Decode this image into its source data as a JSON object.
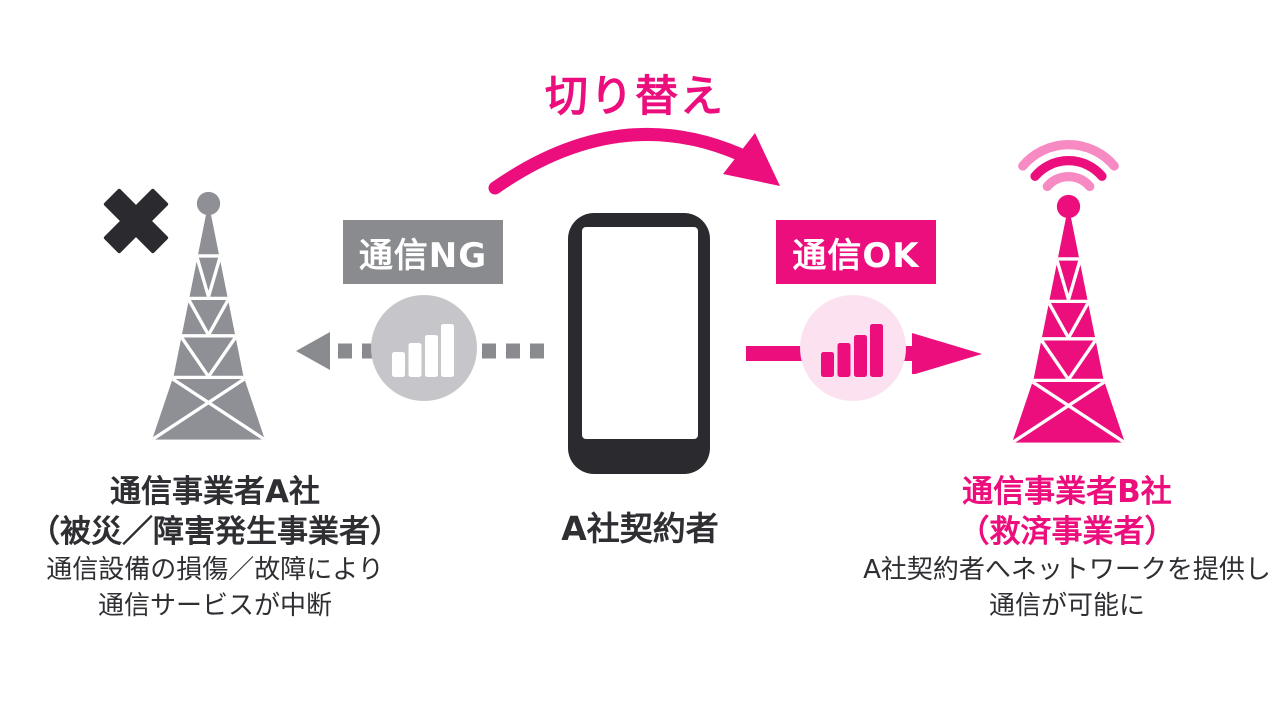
{
  "diagram": {
    "switch_label": "切り替え",
    "carrier_a": {
      "badge": "通信NG",
      "name": "通信事業者A社",
      "role": "（被災／障害発生事業者）",
      "desc1": "通信設備の損傷／故障により",
      "desc2": "通信サービスが中断"
    },
    "subscriber": {
      "label": "A社契約者"
    },
    "carrier_b": {
      "badge": "通信OK",
      "name": "通信事業者B社",
      "role": "（救済事業者）",
      "desc1": "A社契約者へネットワークを提供し",
      "desc2": "通信が可能に"
    },
    "icons": {
      "x-icon": "failure cross mark",
      "tower-a-icon": "gray cell tower (out of service)",
      "tower-b-icon": "pink cell tower (rescuing carrier)",
      "radio-waves-icon": "radio waves above tower B",
      "smartphone-icon": "subscriber smartphone",
      "signal-bars-ng-icon": "signal strength bars (no service)",
      "signal-bars-ok-icon": "signal strength bars (connected)",
      "dashed-arrow-left-icon": "interrupted link to tower A",
      "solid-arrow-right-icon": "active link to tower B",
      "switch-curved-arrow-icon": "switch-over arrow"
    }
  },
  "colors": {
    "pink": "#EC0E7D",
    "pink-light": "#F78AC3",
    "pink-pale": "#FCE2F1",
    "gray-badge": "#8A8B8F",
    "gray-tower": "#8E9095",
    "gray-circle": "#C6C6CA",
    "gray-dash": "#8A8B8F",
    "dark": "#2B2B2F",
    "text-dark": "#2F2F33"
  }
}
